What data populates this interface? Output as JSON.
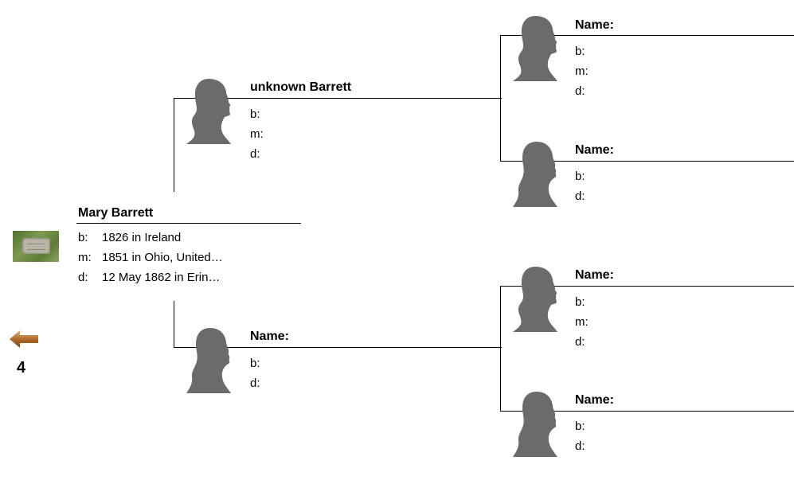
{
  "root": {
    "name": "Mary Barrett",
    "facts": [
      {
        "label": "b:",
        "value": "1826 in Ireland"
      },
      {
        "label": "m:",
        "value": "1851 in Ohio, United…"
      },
      {
        "label": "d:",
        "value": "12 May 1862 in Erin…"
      }
    ],
    "photo_icon": "headstone-photo"
  },
  "father": {
    "name": "unknown Barrett",
    "facts": [
      {
        "label": "b:",
        "value": ""
      },
      {
        "label": "m:",
        "value": ""
      },
      {
        "label": "d:",
        "value": ""
      }
    ]
  },
  "mother": {
    "name": "Name:",
    "facts": [
      {
        "label": "b:",
        "value": ""
      },
      {
        "label": "d:",
        "value": ""
      }
    ]
  },
  "paternal_grandfather": {
    "name": "Name:",
    "facts": [
      {
        "label": "b:",
        "value": ""
      },
      {
        "label": "m:",
        "value": ""
      },
      {
        "label": "d:",
        "value": ""
      }
    ]
  },
  "paternal_grandmother": {
    "name": "Name:",
    "facts": [
      {
        "label": "b:",
        "value": ""
      },
      {
        "label": "d:",
        "value": ""
      }
    ]
  },
  "maternal_grandfather": {
    "name": "Name:",
    "facts": [
      {
        "label": "b:",
        "value": ""
      },
      {
        "label": "m:",
        "value": ""
      },
      {
        "label": "d:",
        "value": ""
      }
    ]
  },
  "maternal_grandmother": {
    "name": "Name:",
    "facts": [
      {
        "label": "b:",
        "value": ""
      },
      {
        "label": "d:",
        "value": ""
      }
    ]
  },
  "navigation": {
    "back_icon": "left-arrow-icon",
    "generation_number": "4"
  },
  "colors": {
    "silhouette": "#6b6b6b",
    "line": "#000000",
    "arrow": "#a5642a"
  }
}
